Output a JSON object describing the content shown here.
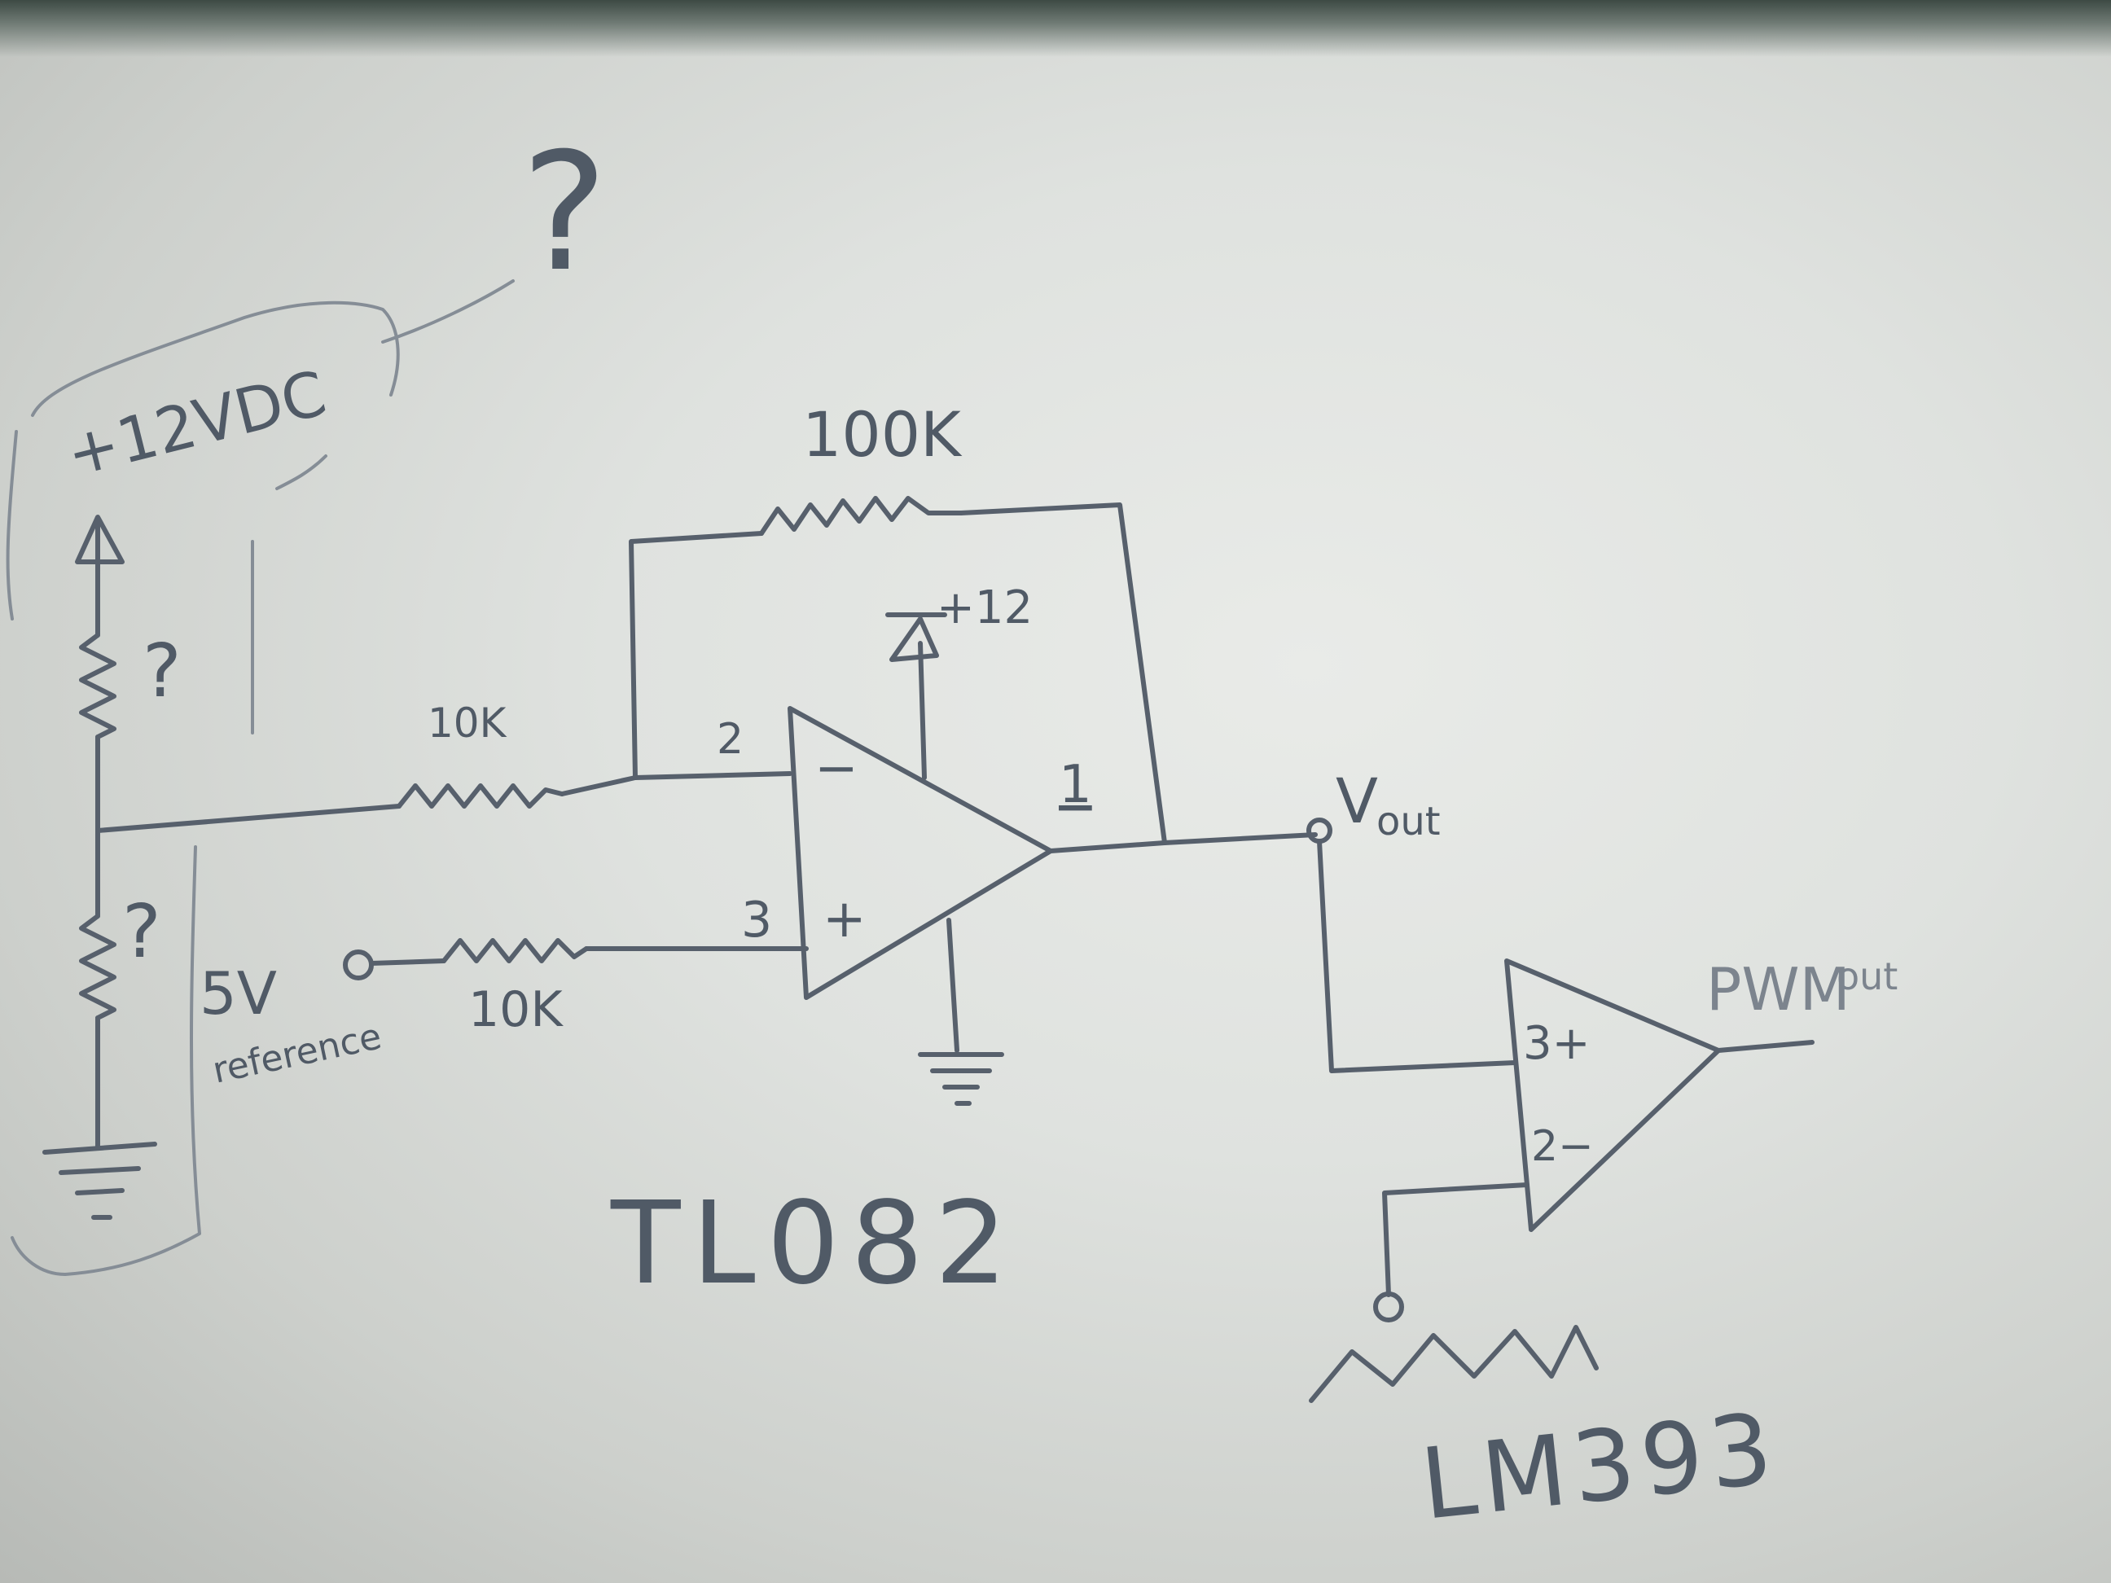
{
  "labels": {
    "supply_12vdc": "+12VDC",
    "question_top": "?",
    "question_upper_resistor": "?",
    "question_lower_resistor": "?",
    "feedback_resistor": "100K",
    "input_resistor_inverting": "10K",
    "input_resistor_noninverting": "10K",
    "opamp_supply": "+12",
    "pin_inverting": "2",
    "pin_noninverting": "3",
    "pin_output": "1",
    "sign_minus": "−",
    "sign_plus": "+",
    "reference_voltage": "5V",
    "reference_caption": "reference",
    "vout_main": "V",
    "vout_sub": "out",
    "tl082": "TL082",
    "comparator_pin_plus": "3+",
    "comparator_pin_minus": "2−",
    "pwm_main": "PWM",
    "pwm_sub": "out",
    "lm393": "LM393"
  },
  "colors": {
    "ink": "#57606c",
    "ink_faint": "#858d96",
    "paper": "#e3e5e2"
  }
}
